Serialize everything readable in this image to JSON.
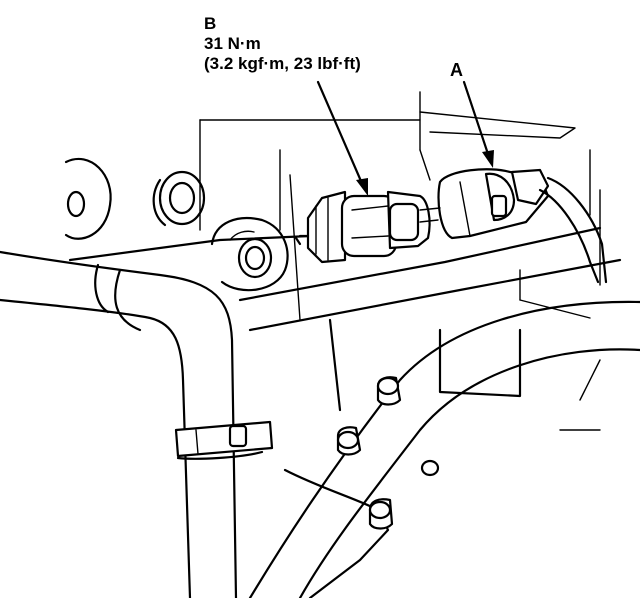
{
  "callouts": {
    "b": {
      "letter": "B",
      "torque_nm": "31 N·m",
      "torque_alt": "(3.2 kgf·m, 23 lbf·ft)"
    },
    "a": {
      "letter": "A"
    }
  }
}
